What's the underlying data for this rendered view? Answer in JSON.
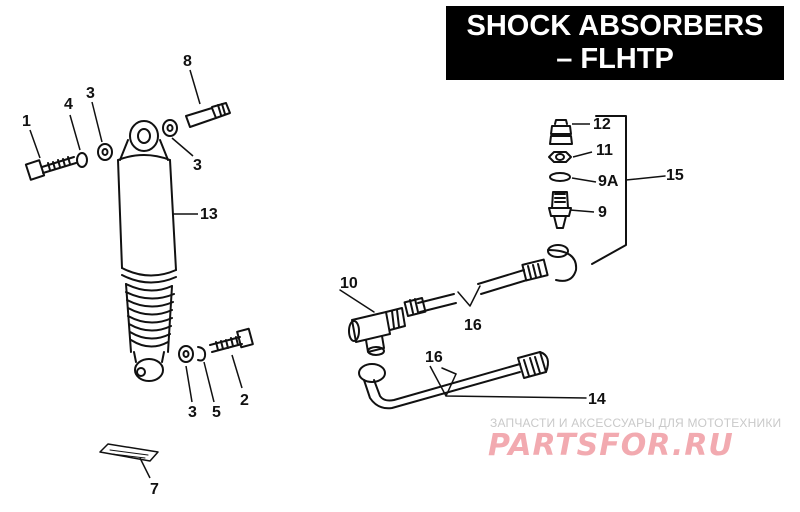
{
  "title": {
    "line1": "SHOCK ABSORBERS",
    "line2": "– FLHTP"
  },
  "callouts": {
    "n1": "1",
    "n4": "4",
    "n3a": "3",
    "n8": "8",
    "n3b": "3",
    "n13": "13",
    "n3c": "3",
    "n5": "5",
    "n2": "2",
    "n7": "7",
    "n12": "12",
    "n11": "11",
    "n9a": "9A",
    "n9": "9",
    "n15": "15",
    "n10": "10",
    "n16a": "16",
    "n16b": "16",
    "n14": "14"
  },
  "watermark": {
    "tagline": "ЗАПЧАСТИ И АКСЕССУАРЫ ДЛЯ МОТОТЕХНИКИ",
    "brand": "PARTSFOR.RU"
  },
  "colors": {
    "line": "#111111",
    "title_bg": "#000000",
    "title_text": "#ffffff",
    "watermark_brand": "#f2aab0",
    "watermark_text": "#c9c9c9"
  }
}
